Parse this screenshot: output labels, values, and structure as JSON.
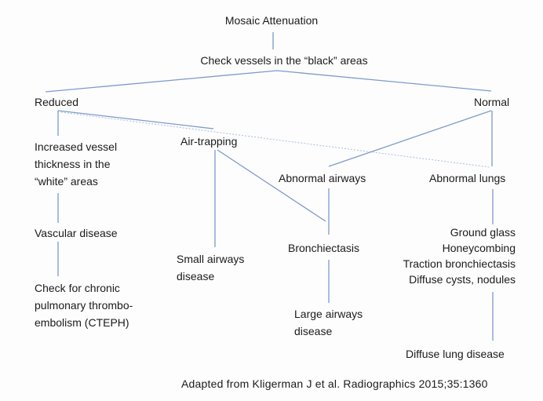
{
  "diagram": {
    "type": "flowchart",
    "nodes": {
      "mosaic_attenuation": {
        "label": "Mosaic Attenuation"
      },
      "check_vessels": {
        "label": "Check vessels in the “black” areas"
      },
      "reduced": {
        "label": "Reduced"
      },
      "normal": {
        "label": "Normal"
      },
      "increased_vessel_thickness": {
        "label": "Increased vessel\nthickness in the\n“white” areas"
      },
      "air_trapping": {
        "label": "Air-trapping"
      },
      "abnormal_airways": {
        "label": "Abnormal airways"
      },
      "abnormal_lungs": {
        "label": "Abnormal lungs"
      },
      "vascular_disease": {
        "label": "Vascular disease"
      },
      "small_airways_disease": {
        "label": "Small airways\ndisease"
      },
      "bronchiectasis": {
        "label": "Bronchiectasis"
      },
      "parenchymal_findings": {
        "label": "Ground glass\nHoneycombing\nTraction bronchiectasis\nDiffuse cysts, nodules"
      },
      "cteph": {
        "label": "Check for chronic\npulmonary thrombo-\nembolism (CTEPH)"
      },
      "large_airways_disease": {
        "label": "Large airways\ndisease"
      },
      "diffuse_lung_disease": {
        "label": "Diffuse lung disease"
      }
    },
    "edges": [
      {
        "from": "mosaic_attenuation",
        "to": "check_vessels",
        "style": "solid"
      },
      {
        "from": "check_vessels",
        "to": "reduced",
        "style": "solid"
      },
      {
        "from": "check_vessels",
        "to": "normal",
        "style": "solid"
      },
      {
        "from": "reduced",
        "to": "increased_vessel_thickness",
        "style": "solid"
      },
      {
        "from": "reduced",
        "to": "air_trapping",
        "style": "solid"
      },
      {
        "from": "reduced",
        "to": "abnormal_lungs",
        "style": "dotted"
      },
      {
        "from": "increased_vessel_thickness",
        "to": "vascular_disease",
        "style": "solid"
      },
      {
        "from": "vascular_disease",
        "to": "cteph",
        "style": "solid"
      },
      {
        "from": "air_trapping",
        "to": "small_airways_disease",
        "style": "solid"
      },
      {
        "from": "air_trapping",
        "to": "bronchiectasis",
        "style": "solid"
      },
      {
        "from": "normal",
        "to": "abnormal_airways",
        "style": "solid"
      },
      {
        "from": "normal",
        "to": "abnormal_lungs",
        "style": "solid"
      },
      {
        "from": "abnormal_airways",
        "to": "bronchiectasis",
        "style": "solid"
      },
      {
        "from": "bronchiectasis",
        "to": "large_airways_disease",
        "style": "solid"
      },
      {
        "from": "abnormal_lungs",
        "to": "parenchymal_findings",
        "style": "solid"
      },
      {
        "from": "parenchymal_findings",
        "to": "diffuse_lung_disease",
        "style": "solid"
      }
    ],
    "caption": "Adapted from Kligerman J et al. Radiographics 2015;35:1360"
  },
  "colors": {
    "line": "#7e9ace",
    "dotted_line": "#aabedd",
    "text": "#1b1b1b"
  }
}
